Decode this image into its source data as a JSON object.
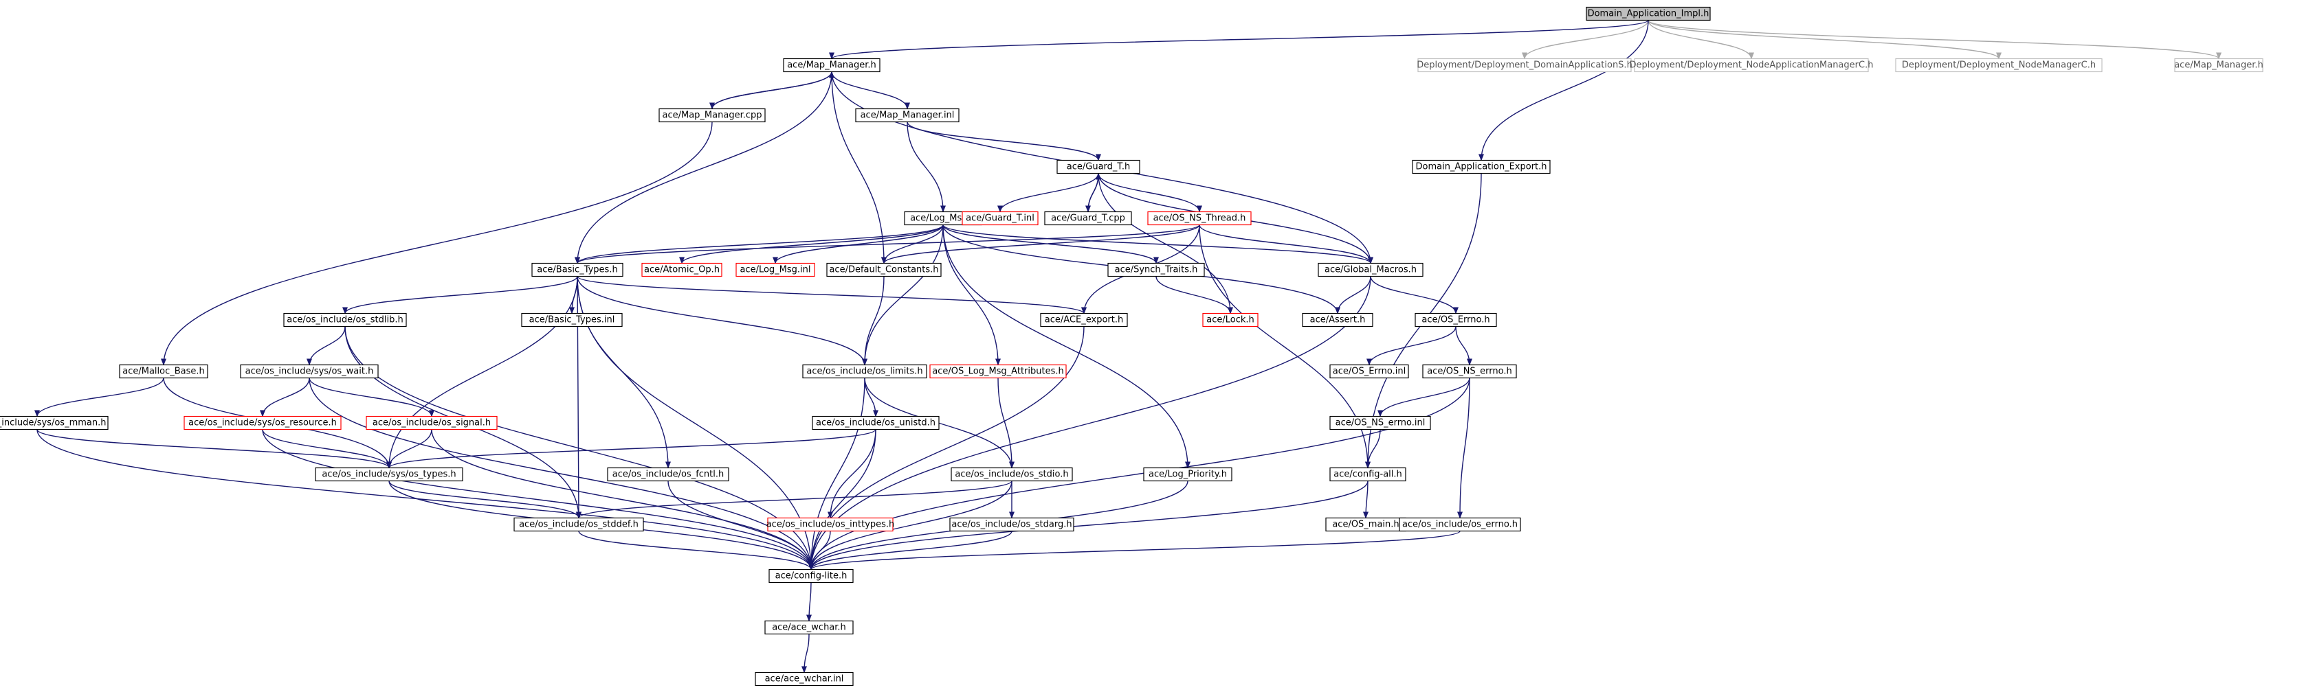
{
  "graph": {
    "root": "Domain_Application_Impl.h",
    "legend": {
      "edge_color": "#191970",
      "node_border": "#000000",
      "incomplete_node_border": "#ff0000",
      "external_node_border": "#c0c0c0",
      "root_fill": "#bfbfbf"
    },
    "nodes": [
      {
        "id": "n_root",
        "label": "Domain_Application_Impl.h",
        "style": "root"
      },
      {
        "id": "n_mapmgr",
        "label": "ace/Map_Manager.h",
        "style": "normal"
      },
      {
        "id": "n_depdomain",
        "label": "Deployment/Deployment_DomainApplicationS.h",
        "style": "gray"
      },
      {
        "id": "n_depnodeappmgr",
        "label": "Deployment/Deployment_NodeApplicationManagerC.h",
        "style": "gray"
      },
      {
        "id": "n_depnodemgr",
        "label": "Deployment/Deployment_NodeManagerC.h",
        "style": "gray"
      },
      {
        "id": "n_acemapmgr2",
        "label": "ace/Map_Manager.h",
        "style": "gray"
      },
      {
        "id": "n_mapmgrcpp",
        "label": "ace/Map_Manager.cpp",
        "style": "normal"
      },
      {
        "id": "n_mapmgrinl",
        "label": "ace/Map_Manager.inl",
        "style": "normal"
      },
      {
        "id": "n_domexport",
        "label": "Domain_Application_Export.h",
        "style": "normal"
      },
      {
        "id": "n_guardt",
        "label": "ace/Guard_T.h",
        "style": "normal"
      },
      {
        "id": "n_logmsg",
        "label": "ace/Log_Msg.h",
        "style": "normal"
      },
      {
        "id": "n_guardtinl",
        "label": "ace/Guard_T.inl",
        "style": "red"
      },
      {
        "id": "n_guardtcpp",
        "label": "ace/Guard_T.cpp",
        "style": "normal"
      },
      {
        "id": "n_osnsthread",
        "label": "ace/OS_NS_Thread.h",
        "style": "red"
      },
      {
        "id": "n_basictypes",
        "label": "ace/Basic_Types.h",
        "style": "normal"
      },
      {
        "id": "n_atomicop",
        "label": "ace/Atomic_Op.h",
        "style": "red"
      },
      {
        "id": "n_logmsginl",
        "label": "ace/Log_Msg.inl",
        "style": "red"
      },
      {
        "id": "n_defconst",
        "label": "ace/Default_Constants.h",
        "style": "normal"
      },
      {
        "id": "n_synchtraits",
        "label": "ace/Synch_Traits.h",
        "style": "normal"
      },
      {
        "id": "n_globalmacros",
        "label": "ace/Global_Macros.h",
        "style": "normal"
      },
      {
        "id": "n_osstdlib",
        "label": "ace/os_include/os_stdlib.h",
        "style": "normal"
      },
      {
        "id": "n_basictypesinl",
        "label": "ace/Basic_Types.inl",
        "style": "normal"
      },
      {
        "id": "n_aceexport",
        "label": "ace/ACE_export.h",
        "style": "normal"
      },
      {
        "id": "n_lock",
        "label": "ace/Lock.h",
        "style": "red"
      },
      {
        "id": "n_assert",
        "label": "ace/Assert.h",
        "style": "normal"
      },
      {
        "id": "n_oserrno",
        "label": "ace/OS_Errno.h",
        "style": "normal"
      },
      {
        "id": "n_mallocbase",
        "label": "ace/Malloc_Base.h",
        "style": "normal"
      },
      {
        "id": "n_oswait",
        "label": "ace/os_include/sys/os_wait.h",
        "style": "normal"
      },
      {
        "id": "n_oslimits",
        "label": "ace/os_include/os_limits.h",
        "style": "normal"
      },
      {
        "id": "n_oslogmsgattr",
        "label": "ace/OS_Log_Msg_Attributes.h",
        "style": "red"
      },
      {
        "id": "n_oserrnoinl",
        "label": "ace/OS_Errno.inl",
        "style": "normal"
      },
      {
        "id": "n_osnserrno",
        "label": "ace/OS_NS_errno.h",
        "style": "normal"
      },
      {
        "id": "n_osmman",
        "label": "ace/os_include/sys/os_mman.h",
        "style": "normal"
      },
      {
        "id": "n_osresource",
        "label": "ace/os_include/sys/os_resource.h",
        "style": "red"
      },
      {
        "id": "n_ossignal",
        "label": "ace/os_include/os_signal.h",
        "style": "red"
      },
      {
        "id": "n_osunistd",
        "label": "ace/os_include/os_unistd.h",
        "style": "normal"
      },
      {
        "id": "n_osnserrnoinl",
        "label": "ace/OS_NS_errno.inl",
        "style": "normal"
      },
      {
        "id": "n_ostypes",
        "label": "ace/os_include/sys/os_types.h",
        "style": "normal"
      },
      {
        "id": "n_osfcntl",
        "label": "ace/os_include/os_fcntl.h",
        "style": "normal"
      },
      {
        "id": "n_osstdio",
        "label": "ace/os_include/os_stdio.h",
        "style": "normal"
      },
      {
        "id": "n_logpriority",
        "label": "ace/Log_Priority.h",
        "style": "normal"
      },
      {
        "id": "n_configall",
        "label": "ace/config-all.h",
        "style": "normal"
      },
      {
        "id": "n_osstddef",
        "label": "ace/os_include/os_stddef.h",
        "style": "normal"
      },
      {
        "id": "n_osinttypes",
        "label": "ace/os_include/os_inttypes.h",
        "style": "red"
      },
      {
        "id": "n_osstdarg",
        "label": "ace/os_include/os_stdarg.h",
        "style": "normal"
      },
      {
        "id": "n_osmain",
        "label": "ace/OS_main.h",
        "style": "normal"
      },
      {
        "id": "n_oserrnoh",
        "label": "ace/os_include/os_errno.h",
        "style": "normal"
      },
      {
        "id": "n_configlite",
        "label": "ace/config-lite.h",
        "style": "normal"
      },
      {
        "id": "n_acewchar",
        "label": "ace/ace_wchar.h",
        "style": "normal"
      },
      {
        "id": "n_acewcharinl",
        "label": "ace/ace_wchar.inl",
        "style": "normal"
      }
    ]
  }
}
